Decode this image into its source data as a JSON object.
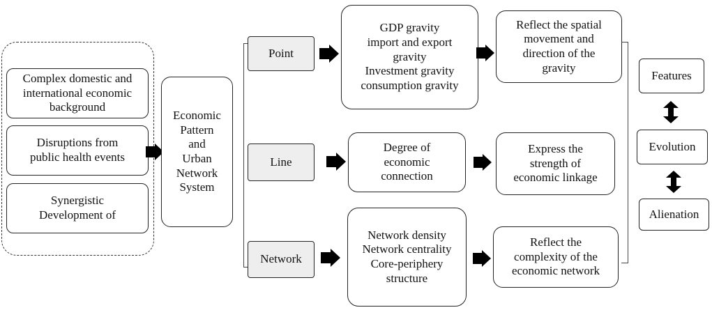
{
  "diagram": {
    "inputs": [
      "Complex domestic and\ninternational economic\nbackground",
      "Disruptions from\npublic health events",
      "Synergistic\nDevelopment of"
    ],
    "central": "Economic\nPattern\nand\nUrban\nNetwork\nSystem",
    "categories": {
      "point": "Point",
      "line": "Line",
      "network": "Network"
    },
    "methods": {
      "point": "GDP gravity\nimport and export\ngravity\nInvestment gravity\nconsumption gravity",
      "line": "Degree of\neconomic\nconnection",
      "network": "Network density\nNetwork centrality\nCore-periphery\nstructure"
    },
    "outcomes": {
      "point": "Reflect the spatial\nmovement and\ndirection of the\ngravity",
      "line": "Express the\nstrength of\neconomic linkage",
      "network": "Reflect the\ncomplexity of the\neconomic network"
    },
    "results": [
      "Features",
      "Evolution",
      "Alienation"
    ]
  }
}
